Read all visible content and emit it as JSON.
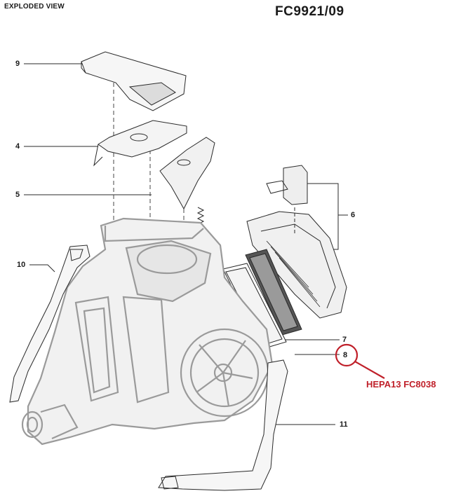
{
  "header": {
    "left_title": "EXPLODED VIEW",
    "model": "FC9921/09"
  },
  "callouts": [
    {
      "id": "9",
      "label": "9"
    },
    {
      "id": "4",
      "label": "4"
    },
    {
      "id": "5",
      "label": "5"
    },
    {
      "id": "10",
      "label": "10"
    },
    {
      "id": "6",
      "label": "6"
    },
    {
      "id": "7",
      "label": "7"
    },
    {
      "id": "8",
      "label": "8"
    },
    {
      "id": "11",
      "label": "11"
    }
  ],
  "highlight": {
    "part": "8",
    "note": "HEPA13 FC8038",
    "color": "#c0202a"
  },
  "colors": {
    "line": "#2a2a2a",
    "ghost": "#9a9a9a",
    "accent": "#c0202a"
  }
}
